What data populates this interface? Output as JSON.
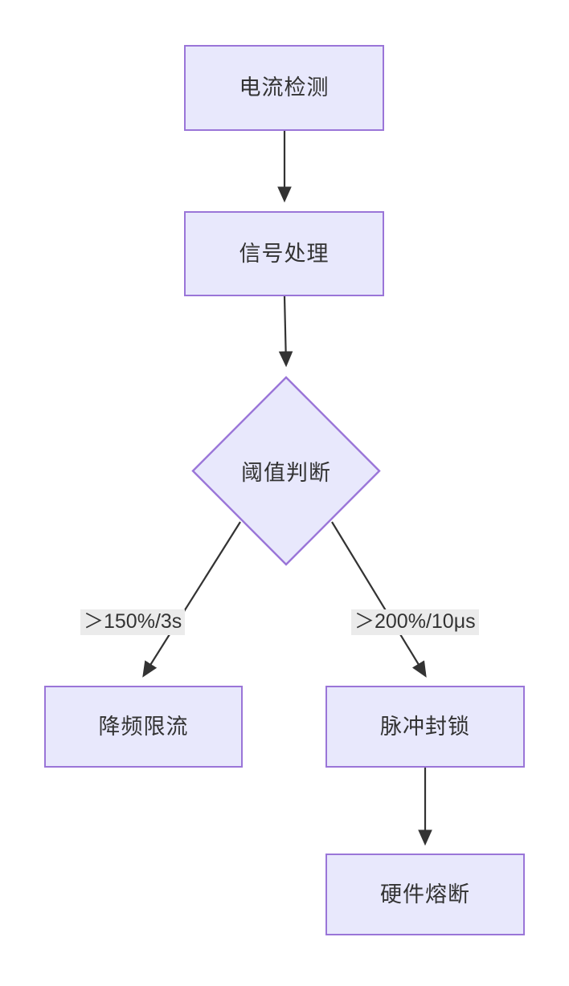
{
  "diagram": {
    "type": "flowchart",
    "title": "",
    "direction": "top-to-bottom",
    "theme": {
      "node_fill": "#e8e8fc",
      "node_border": "#9a75d8",
      "text_color": "#333333",
      "edge_color": "#333333",
      "edge_label_bg": "#ebebeb",
      "background": "#ffffff"
    },
    "nodes": [
      {
        "id": "n1",
        "label": "电流检测",
        "shape": "rect"
      },
      {
        "id": "n2",
        "label": "信号处理",
        "shape": "rect"
      },
      {
        "id": "n3",
        "label": "阈值判断",
        "shape": "diamond"
      },
      {
        "id": "n4",
        "label": "降频限流",
        "shape": "rect"
      },
      {
        "id": "n5",
        "label": "脉冲封锁",
        "shape": "rect"
      },
      {
        "id": "n6",
        "label": "硬件熔断",
        "shape": "rect"
      }
    ],
    "edges": [
      {
        "from": "n1",
        "to": "n2",
        "label": ""
      },
      {
        "from": "n2",
        "to": "n3",
        "label": ""
      },
      {
        "from": "n3",
        "to": "n4",
        "label": "＞150%/3s"
      },
      {
        "from": "n3",
        "to": "n5",
        "label": "＞200%/10μs"
      },
      {
        "from": "n5",
        "to": "n6",
        "label": ""
      }
    ]
  }
}
